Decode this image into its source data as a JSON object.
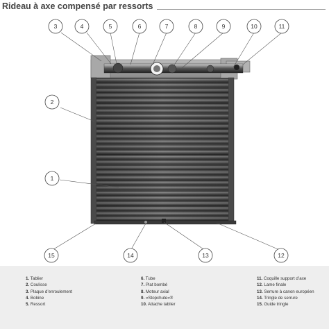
{
  "title": "Rideau à axe compensé par ressorts",
  "callouts_top": [
    "3",
    "4",
    "5",
    "6",
    "7",
    "8",
    "9",
    "10",
    "11"
  ],
  "callouts_left": [
    "2",
    "1"
  ],
  "callouts_bottom": [
    "15",
    "14",
    "13",
    "12"
  ],
  "legend": [
    [
      {
        "num": "1.",
        "label": "Tablier"
      },
      {
        "num": "2.",
        "label": "Coulisse"
      },
      {
        "num": "3.",
        "label": "Plaque d’enroulement"
      },
      {
        "num": "4.",
        "label": "Bobine"
      },
      {
        "num": "5.",
        "label": "Ressort"
      }
    ],
    [
      {
        "num": "6.",
        "label": "Tube"
      },
      {
        "num": "7.",
        "label": "Plat bombé"
      },
      {
        "num": "8.",
        "label": "Moteur axial"
      },
      {
        "num": "9.",
        "label": "«Stopchute»®"
      },
      {
        "num": "10.",
        "label": "Attache tablier"
      }
    ],
    [
      {
        "num": "11.",
        "label": "Coquille support d’axe"
      },
      {
        "num": "12.",
        "label": "Lame finale"
      },
      {
        "num": "13.",
        "label": "Serrure à canon européen"
      },
      {
        "num": "14.",
        "label": "Tringle de serrure"
      },
      {
        "num": "15.",
        "label": "Guide tringle"
      }
    ]
  ],
  "colors": {
    "slat_dark": "#3a3a3a",
    "slat_light": "#9a9a9a",
    "frame": "#555555",
    "legend_bg": "#eeeeee"
  }
}
